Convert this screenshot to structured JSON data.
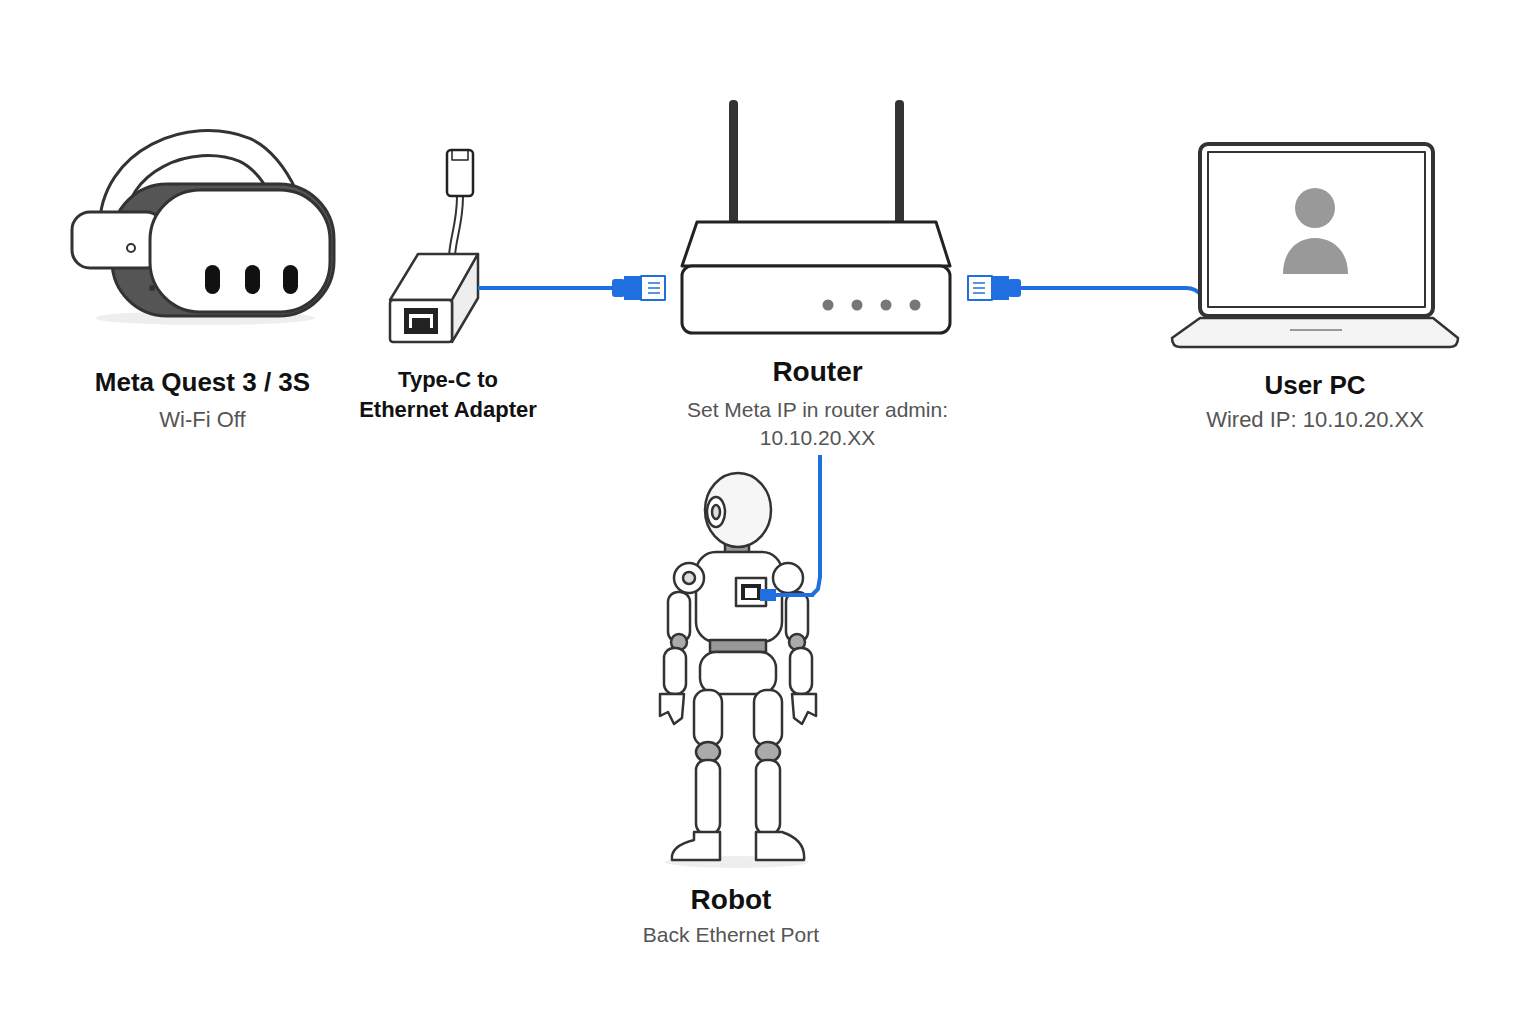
{
  "diagram": {
    "nodes": [
      {
        "text": [
          "Meta Quest 3 / 3S",
          "Wi-Fi Off"
        ]
      },
      {
        "text": [
          "Type-C to Ethernet Adapter"
        ]
      },
      {
        "text": [
          "Router",
          "Set Meta IP in router admin: 10.10.20.XX"
        ]
      },
      {
        "text": [
          "User PC",
          "Wired IP: 10.10.20.XX"
        ]
      },
      {
        "text": [
          "Robot",
          "Back Ethernet Port"
        ]
      }
    ],
    "edges": [
      {
        "from": 1,
        "to": 2,
        "arrow": "none"
      },
      {
        "from": 2,
        "to": 3,
        "arrow": "none"
      },
      {
        "from": 2,
        "to": 4,
        "arrow": "none"
      }
    ]
  }
}
